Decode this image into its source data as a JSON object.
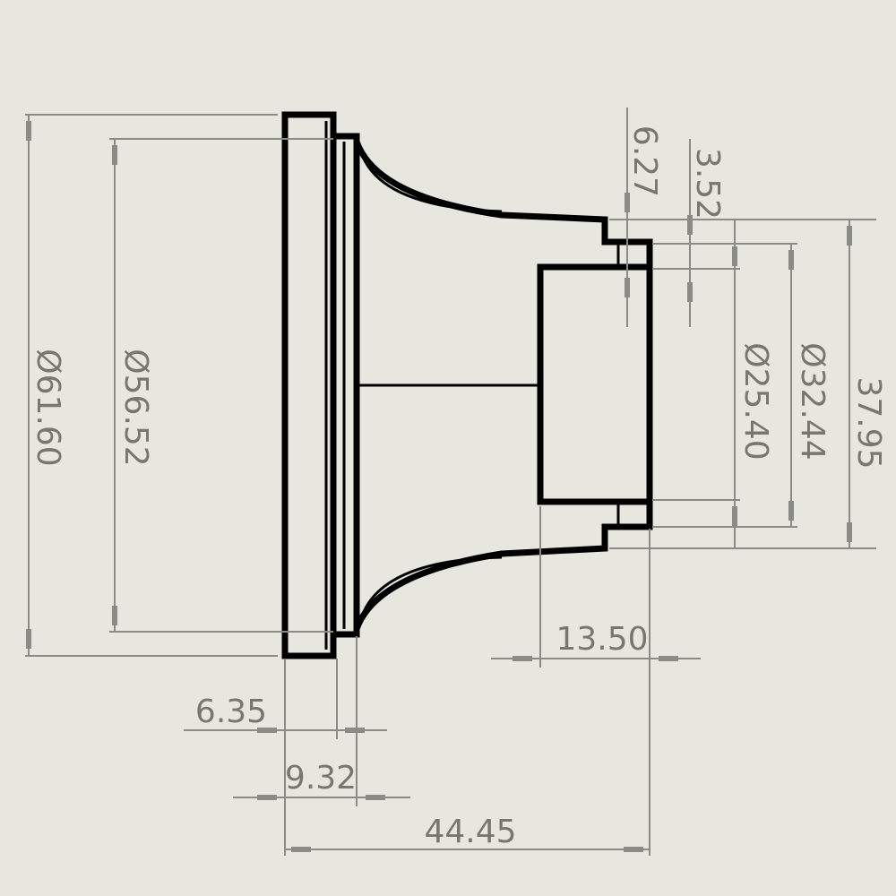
{
  "drawing": {
    "dimensions": {
      "dia_61_60": "Ø61.60",
      "dia_56_52": "Ø56.52",
      "dia_25_40": "Ø25.40",
      "dia_32_44": "Ø32.44",
      "len_37_95": "37.95",
      "len_6_27": "6.27",
      "len_3_52": "3.52",
      "len_13_50": "13.50",
      "len_6_35": "6.35",
      "len_9_32": "9.32",
      "len_44_45": "44.45"
    },
    "colors": {
      "background": "#e7e6df",
      "part": "#000000",
      "dimension": "#8a8a86"
    }
  }
}
